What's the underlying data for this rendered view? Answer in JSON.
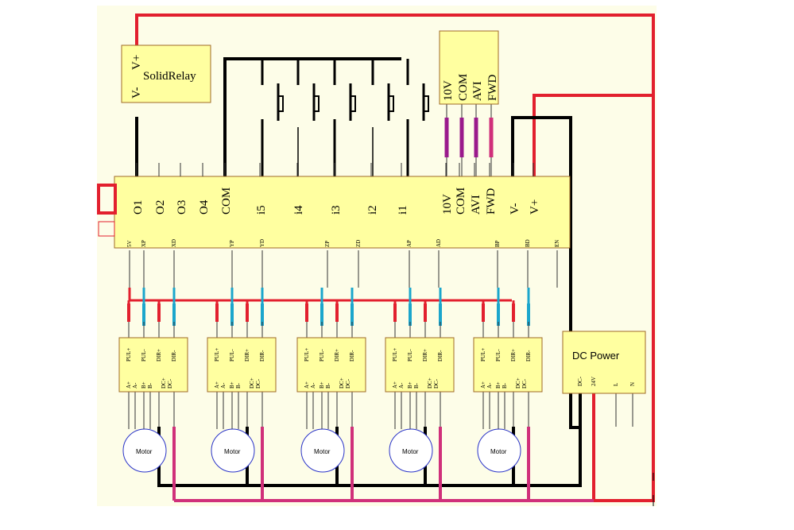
{
  "colors": {
    "canvas_bg": "#fdfde8",
    "box_fill": "#ffffa0",
    "box_stroke": "#a06a28",
    "red": "#e2202e",
    "black": "#000000",
    "blue": "#1ba6cc",
    "purple": "#9a1a8c",
    "pink": "#d0307a",
    "motor_stroke": "#2a34c8",
    "thin_wire": "#333333"
  },
  "solid_relay": {
    "title": "SolidRelay",
    "vplus": "V+",
    "vminus": "V-"
  },
  "inverter": {
    "pins": [
      "10V",
      "COM",
      "AVI",
      "FWD"
    ]
  },
  "controller": {
    "top_labels": [
      "O1",
      "O2",
      "O3",
      "O4",
      "COM",
      "i5",
      "i4",
      "i3",
      "i2",
      "i1",
      "10V",
      "COM",
      "AVI",
      "FWD",
      "V-",
      "V+"
    ],
    "bottom_labels": [
      "5V",
      "XP",
      "XD",
      "YP",
      "YD",
      "ZP",
      "ZD",
      "AP",
      "AD",
      "BP",
      "BD",
      "EN"
    ]
  },
  "driver": {
    "top_pins": [
      "PUL+",
      "PUL-",
      "DIR+",
      "DIR-"
    ],
    "bottom_pins": [
      [
        "A+",
        "A-"
      ],
      [
        "B+",
        "B-"
      ],
      [
        "DC+",
        "DC-"
      ]
    ]
  },
  "motor": {
    "label": "Motor"
  },
  "motors": [
    "Motor",
    "Motor",
    "Motor",
    "Motor",
    "Motor"
  ],
  "dc_power": {
    "title": "DC Power",
    "pins": [
      "DC-",
      "24V",
      "L",
      "N"
    ]
  }
}
